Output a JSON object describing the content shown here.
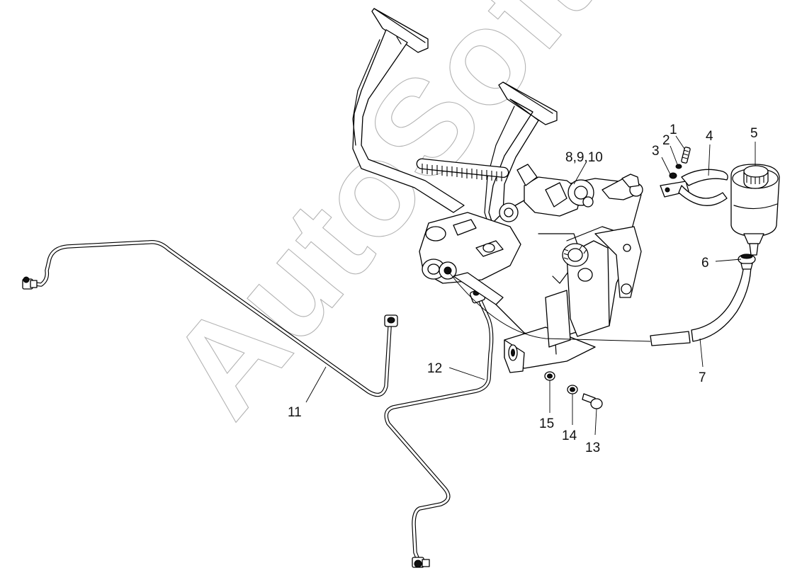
{
  "watermark": "AutoSoft",
  "callouts": {
    "c1": "1",
    "c2": "2",
    "c3": "3",
    "c4": "4",
    "c5": "5",
    "c6": "6",
    "c7": "7",
    "c8": "8,9,10",
    "c11": "11",
    "c12": "12",
    "c13": "13",
    "c14": "14",
    "c15": "15"
  }
}
